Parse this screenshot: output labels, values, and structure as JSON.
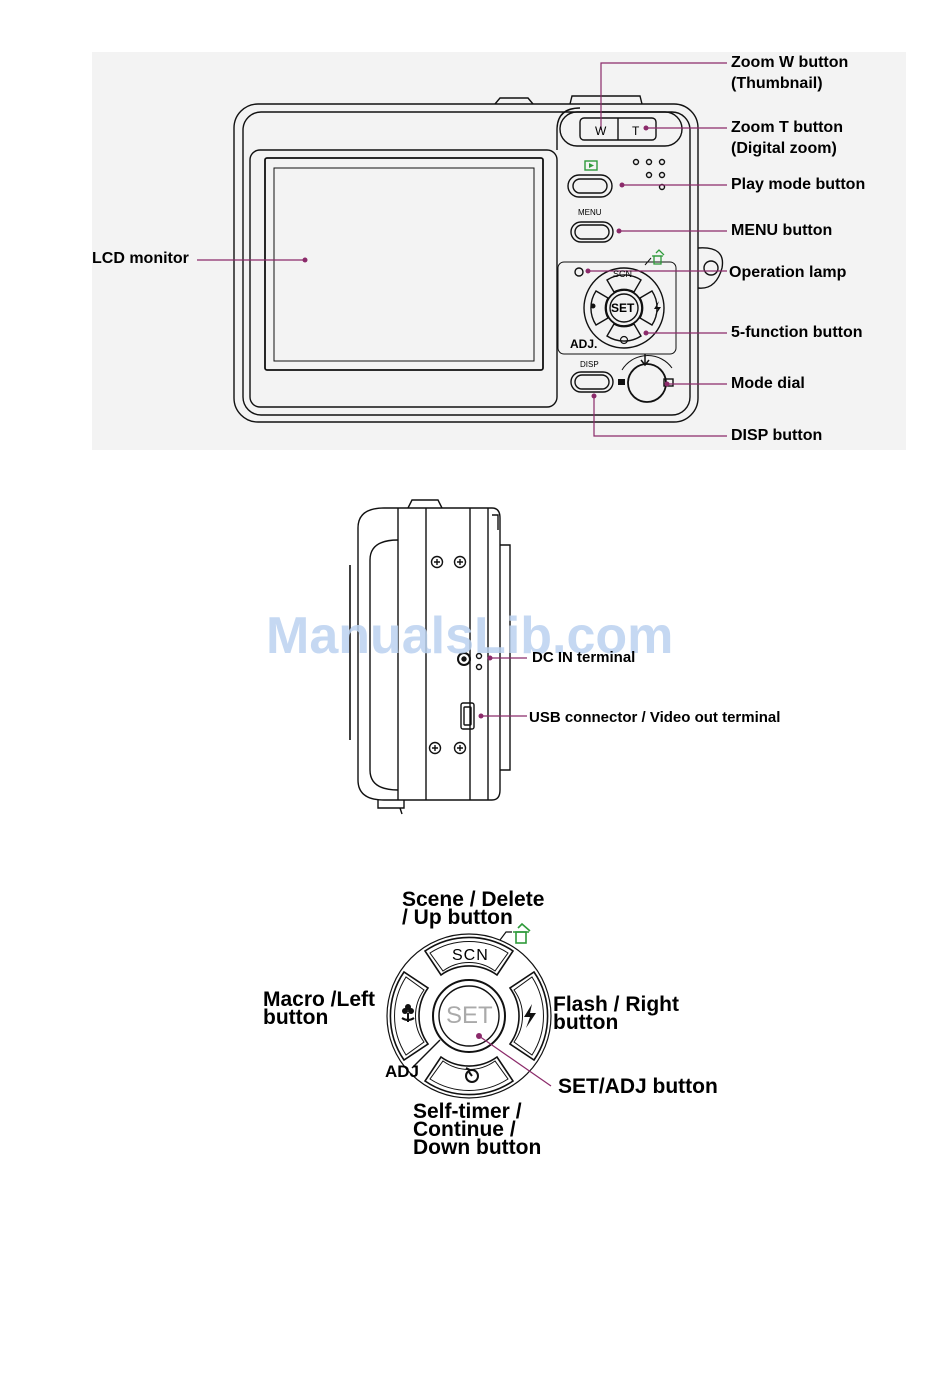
{
  "back_view": {
    "labels": {
      "zoom_w": [
        "Zoom W button",
        "(Thumbnail)"
      ],
      "zoom_t": [
        "Zoom T button",
        "(Digital zoom)"
      ],
      "play_mode": "Play mode button",
      "menu": "MENU button",
      "operation_lamp": "Operation lamp",
      "five_function": "5-function button",
      "mode_dial": "Mode dial",
      "disp": "DISP button",
      "lcd": "LCD monitor"
    },
    "body_text": {
      "w": "W",
      "t": "T",
      "menu": "MENU",
      "scn": "SCN",
      "set": "SET",
      "adj": "ADJ.",
      "disp": "DISP"
    }
  },
  "side_view": {
    "labels": {
      "dc_in": "DC IN terminal",
      "usb": "USB connector / Video out terminal"
    }
  },
  "watermark": "ManualsLib.com",
  "detail_view": {
    "labels": {
      "up": [
        "Scene / Delete",
        "/ Up button"
      ],
      "left": [
        "Macro /Left",
        "button"
      ],
      "right": [
        "Flash / Right",
        "button"
      ],
      "set_adj": "SET/ADJ button",
      "down": [
        "Self-timer /",
        "Continue /",
        "Down button"
      ]
    },
    "body_text": {
      "scn": "SCN",
      "set": "SET",
      "adj": "ADJ"
    }
  },
  "colors": {
    "leader": "#8b2a6a",
    "outline": "#111111",
    "icon_green": "#2e9a3a",
    "panel": "#f3f3f3",
    "watermark": "#bcd2f0"
  }
}
